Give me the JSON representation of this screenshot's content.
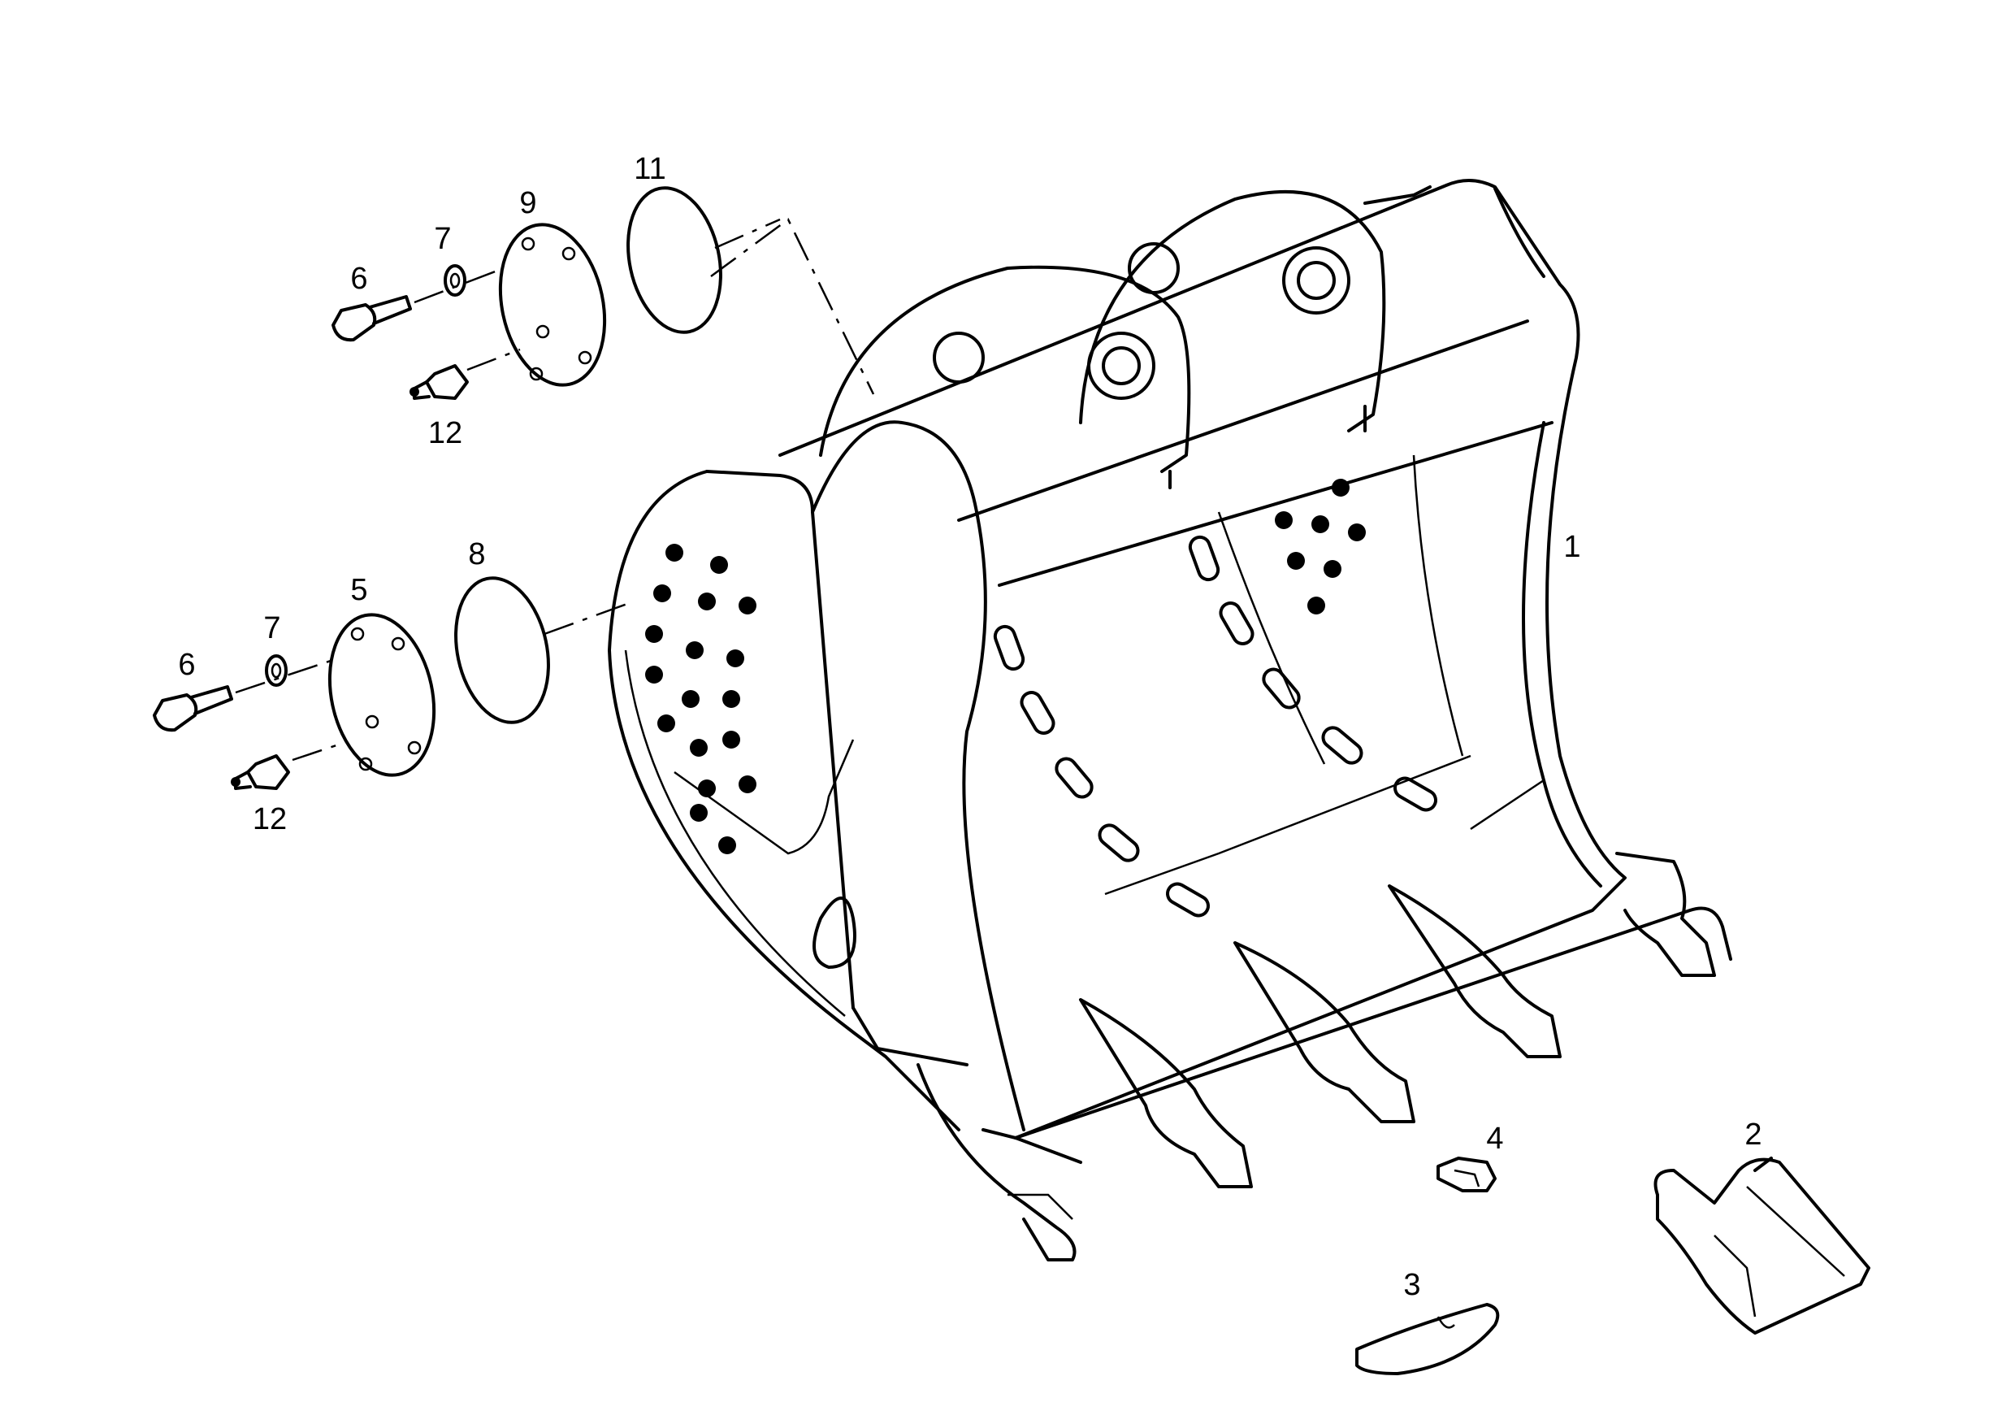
{
  "callouts": [
    {
      "id": "1",
      "label": "1"
    },
    {
      "id": "2",
      "label": "2"
    },
    {
      "id": "3",
      "label": "3"
    },
    {
      "id": "4",
      "label": "4"
    },
    {
      "id": "5",
      "label": "5"
    },
    {
      "id": "6a",
      "label": "6"
    },
    {
      "id": "6b",
      "label": "6"
    },
    {
      "id": "7a",
      "label": "7"
    },
    {
      "id": "7b",
      "label": "7"
    },
    {
      "id": "8",
      "label": "8"
    },
    {
      "id": "9",
      "label": "9"
    },
    {
      "id": "11",
      "label": "11"
    },
    {
      "id": "12a",
      "label": "12"
    },
    {
      "id": "12b",
      "label": "12"
    }
  ]
}
